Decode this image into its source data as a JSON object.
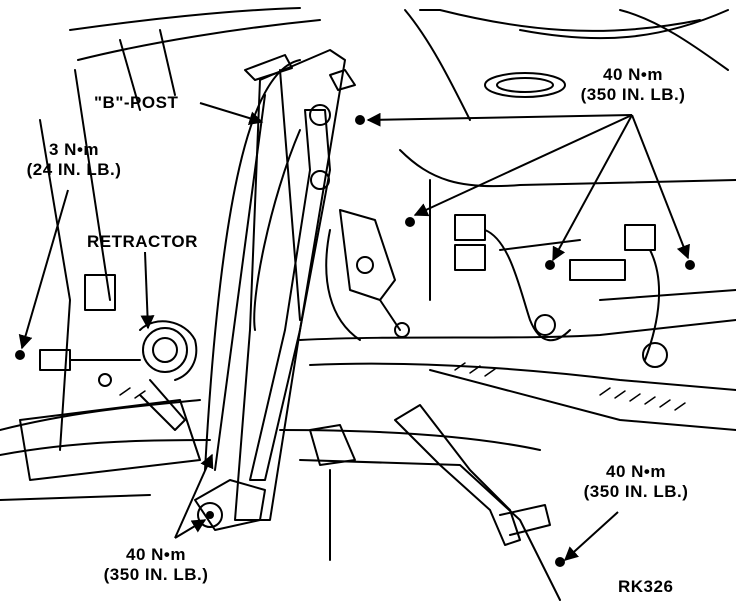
{
  "labels": {
    "b_post": "\"B\"-POST",
    "retractor": "RETRACTOR",
    "torque_3": {
      "metric": "3 N•m",
      "imperial": "(24 IN. LB.)"
    },
    "torque_40_top": {
      "metric": "40 N•m",
      "imperial": "(350 IN. LB.)"
    },
    "torque_40_right": {
      "metric": "40 N•m",
      "imperial": "(350 IN. LB.)"
    },
    "torque_40_bottom": {
      "metric": "40 N•m",
      "imperial": "(350 IN. LB.)"
    },
    "figure_code": "RK326"
  },
  "colors": {
    "ink": "#000000",
    "paper": "#ffffff"
  }
}
